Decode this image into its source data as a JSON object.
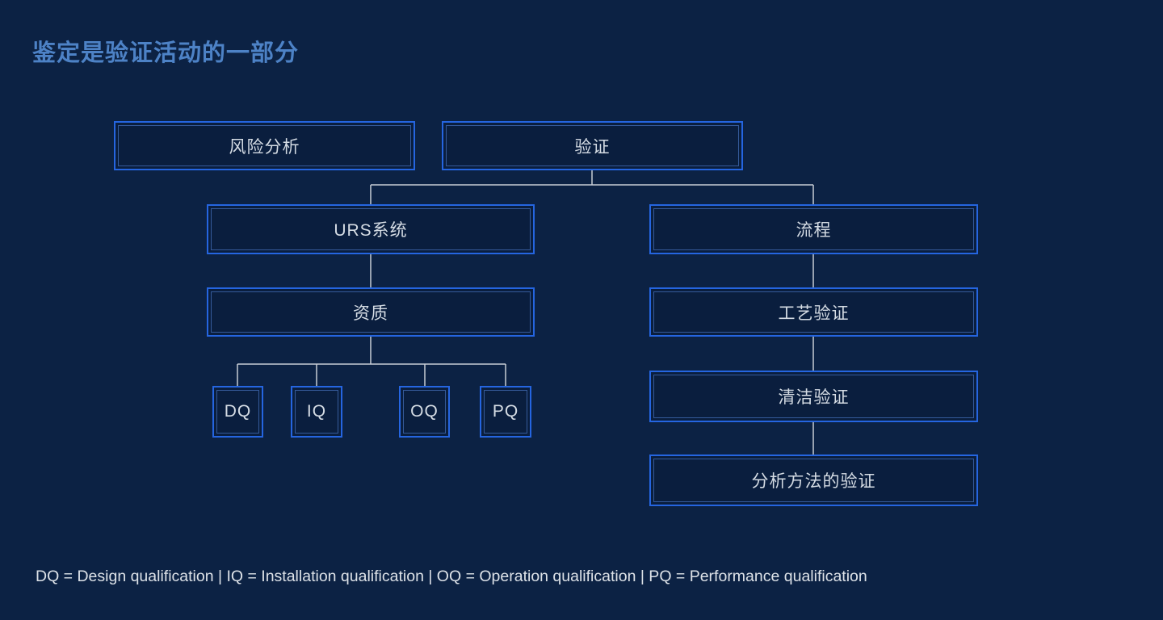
{
  "slide": {
    "title": "鉴定是验证活动的一部分",
    "footer_legend": "DQ = Design qualification | IQ = Installation qualification | OQ = Operation qualification | PQ = Performance qualification"
  },
  "diagram": {
    "type": "tree",
    "nodes": {
      "risk_analysis": "风险分析",
      "validation": "验证",
      "urs_system": "URS系统",
      "qualification": "资质",
      "dq": "DQ",
      "iq": "IQ",
      "oq": "OQ",
      "pq": "PQ",
      "process": "流程",
      "process_validation": "工艺验证",
      "cleaning_validation": "清洁验证",
      "analytical_method_validation": "分析方法的验证"
    },
    "edges": [
      [
        "validation",
        "urs_system"
      ],
      [
        "validation",
        "process"
      ],
      [
        "urs_system",
        "qualification"
      ],
      [
        "qualification",
        "dq"
      ],
      [
        "qualification",
        "iq"
      ],
      [
        "qualification",
        "oq"
      ],
      [
        "qualification",
        "pq"
      ],
      [
        "process",
        "process_validation"
      ],
      [
        "process_validation",
        "cleaning_validation"
      ],
      [
        "cleaning_validation",
        "analytical_method_validation"
      ]
    ]
  },
  "colors": {
    "background": "#0c2244",
    "box_fill": "#0a1e3e",
    "box_border": "#2565e0",
    "box_inner_line": "#5a8ce6",
    "box_text": "#d5dce4",
    "title_text": "#4d82c6",
    "footer_text": "#dde2e8",
    "connector": "#c7ccd5"
  }
}
